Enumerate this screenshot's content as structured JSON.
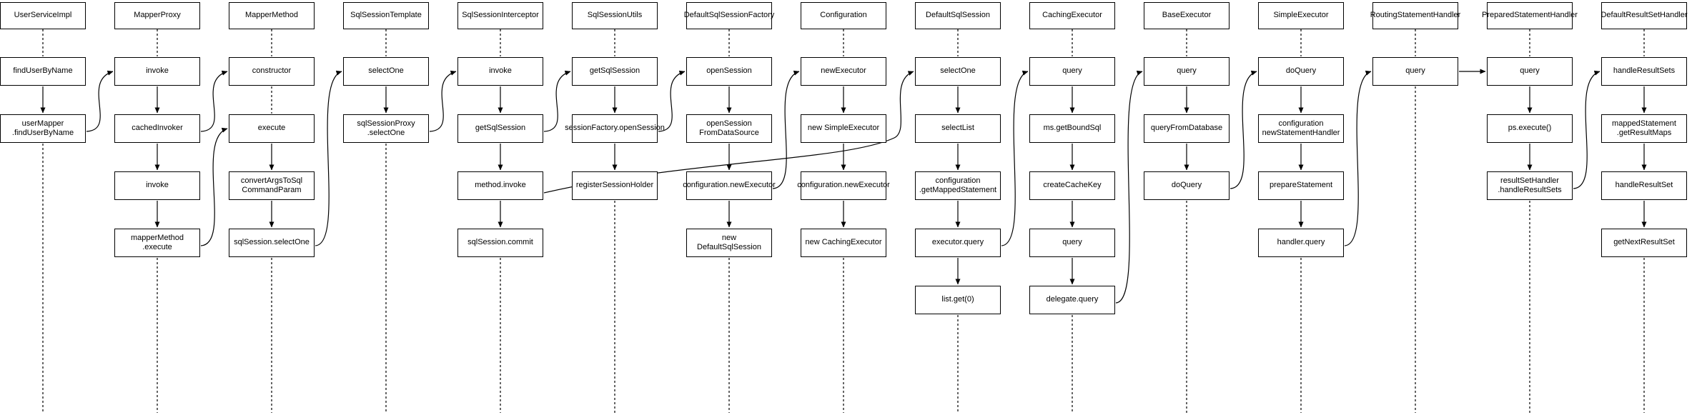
{
  "diagram": {
    "kind": "sequence-flow-diagram",
    "colors": {
      "stroke": "#000000",
      "box_fill": "#ffffff",
      "background": "#ffffff",
      "text": "#000000"
    },
    "columns": [
      {
        "header": "UserServiceImpl",
        "boxes": [
          "findUserByName",
          "userMapper\n.findUserByName"
        ],
        "call_arrows": [
          [
            1,
            2
          ]
        ]
      },
      {
        "header": "MapperProxy",
        "boxes": [
          "invoke",
          "cachedInvoker",
          "invoke",
          "mapperMethod\n.execute"
        ],
        "call_arrows": [
          [
            1,
            2
          ],
          [
            2,
            3
          ],
          [
            3,
            4
          ]
        ]
      },
      {
        "header": "MapperMethod",
        "boxes": [
          "constructor",
          "execute",
          "convertArgsToSql\nCommandParam",
          "sqlSession.selectOne"
        ],
        "call_arrows": [
          [
            2,
            3
          ],
          [
            3,
            4
          ]
        ]
      },
      {
        "header": "SqlSessionTemplate",
        "boxes": [
          "selectOne",
          "sqlSessionProxy\n.selectOne"
        ],
        "call_arrows": [
          [
            1,
            2
          ]
        ]
      },
      {
        "header": "SqlSessionInterceptor",
        "boxes": [
          "invoke",
          "getSqlSession",
          "method.invoke",
          "sqlSession.commit"
        ],
        "call_arrows": [
          [
            1,
            2
          ],
          [
            2,
            3
          ],
          [
            3,
            4
          ]
        ]
      },
      {
        "header": "SqlSessionUtils",
        "boxes": [
          "getSqlSession",
          "sessionFactory.openSession",
          "registerSessionHolder"
        ],
        "call_arrows": [
          [
            1,
            2
          ],
          [
            2,
            3
          ]
        ]
      },
      {
        "header": "DefaultSqlSessionFactory",
        "boxes": [
          "openSession",
          "openSession\nFromDataSource",
          "configuration.newExecutor",
          "new\nDefaultSqlSession"
        ],
        "call_arrows": [
          [
            1,
            2
          ],
          [
            2,
            3
          ],
          [
            3,
            4
          ]
        ]
      },
      {
        "header": "Configuration",
        "boxes": [
          "newExecutor",
          "new SimpleExecutor",
          "configuration.newExecutor",
          "new CachingExecutor"
        ],
        "call_arrows": [
          [
            1,
            2
          ],
          [
            2,
            3
          ],
          [
            3,
            4
          ]
        ]
      },
      {
        "header": "DefaultSqlSession",
        "boxes": [
          "selectOne",
          "selectList",
          "configuration\n.getMappedStatement",
          "executor.query",
          "list.get(0)"
        ],
        "call_arrows": [
          [
            1,
            2
          ],
          [
            2,
            3
          ],
          [
            3,
            4
          ],
          [
            4,
            5
          ]
        ]
      },
      {
        "header": "CachingExecutor",
        "boxes": [
          "query",
          "ms.getBoundSql",
          "createCacheKey",
          "query",
          "delegate.query"
        ],
        "call_arrows": [
          [
            1,
            2
          ],
          [
            2,
            3
          ],
          [
            3,
            4
          ],
          [
            4,
            5
          ]
        ]
      },
      {
        "header": "BaseExecutor",
        "boxes": [
          "query",
          "queryFromDatabase",
          "doQuery"
        ],
        "call_arrows": [
          [
            1,
            2
          ],
          [
            2,
            3
          ]
        ]
      },
      {
        "header": "SimpleExecutor",
        "boxes": [
          "doQuery",
          "configuration\nnewStatementHandler",
          "prepareStatement",
          "handler.query"
        ],
        "call_arrows": [
          [
            1,
            2
          ],
          [
            2,
            3
          ],
          [
            3,
            4
          ]
        ]
      },
      {
        "header": "RoutingStatementHandler",
        "boxes": [
          "query"
        ],
        "call_arrows": []
      },
      {
        "header": "PreparedStatementHandler",
        "boxes": [
          "query",
          "ps.execute()",
          "resultSetHandler\n.handleResultSets"
        ],
        "call_arrows": [
          [
            1,
            2
          ],
          [
            2,
            3
          ]
        ]
      },
      {
        "header": "DefaultResultSetHandler",
        "boxes": [
          "handleResultSets",
          "mappedStatement\n.getResultMaps",
          "handleResultSet",
          "getNextResultSet"
        ],
        "call_arrows": [
          [
            1,
            2
          ],
          [
            2,
            3
          ],
          [
            3,
            4
          ]
        ]
      }
    ],
    "cross_links": [
      {
        "from": [
          1,
          2
        ],
        "to": [
          2,
          1
        ],
        "style": "curve"
      },
      {
        "from": [
          2,
          2
        ],
        "to": [
          3,
          1
        ],
        "style": "curve"
      },
      {
        "from": [
          2,
          4
        ],
        "to": [
          3,
          2
        ],
        "style": "curve"
      },
      {
        "from": [
          3,
          4
        ],
        "to": [
          4,
          1
        ],
        "style": "curve"
      },
      {
        "from": [
          4,
          2
        ],
        "to": [
          5,
          1
        ],
        "style": "curve"
      },
      {
        "from": [
          5,
          2
        ],
        "to": [
          6,
          1
        ],
        "style": "curve"
      },
      {
        "from": [
          6,
          2
        ],
        "to": [
          7,
          1
        ],
        "style": "curve"
      },
      {
        "from": [
          7,
          3
        ],
        "to": [
          8,
          1
        ],
        "style": "curve"
      },
      {
        "from": [
          5,
          3
        ],
        "to": [
          9,
          1
        ],
        "style": "long-curve"
      },
      {
        "from": [
          9,
          4
        ],
        "to": [
          10,
          1
        ],
        "style": "curve"
      },
      {
        "from": [
          10,
          5
        ],
        "to": [
          11,
          1
        ],
        "style": "curve"
      },
      {
        "from": [
          11,
          3
        ],
        "to": [
          12,
          1
        ],
        "style": "curve"
      },
      {
        "from": [
          12,
          4
        ],
        "to": [
          13,
          1
        ],
        "style": "curve"
      },
      {
        "from": [
          13,
          1
        ],
        "to": [
          14,
          1
        ],
        "style": "straight"
      },
      {
        "from": [
          14,
          3
        ],
        "to": [
          15,
          1
        ],
        "style": "curve"
      }
    ]
  }
}
